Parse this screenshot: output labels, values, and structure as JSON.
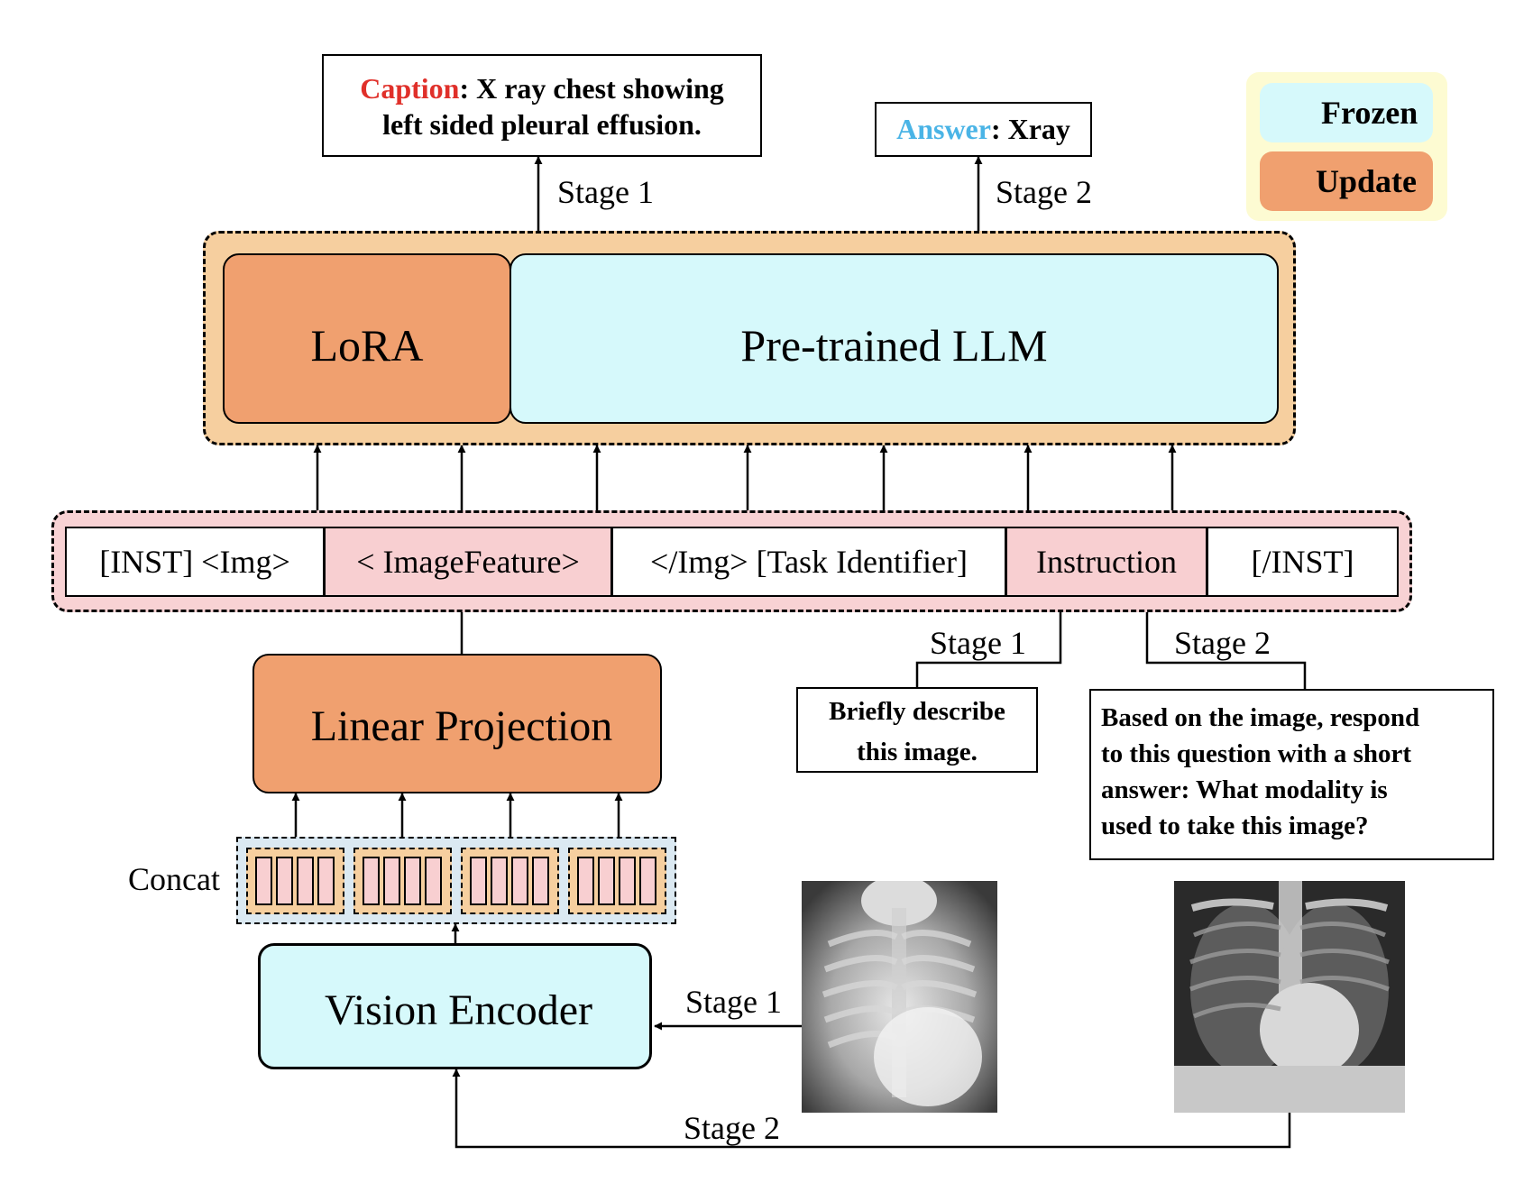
{
  "outputs": {
    "caption_key": "Caption",
    "caption_rest_line1": ": X ray chest showing",
    "caption_line2": "left sided pleural effusion.",
    "answer_key": "Answer",
    "answer_rest": ": Xray",
    "stage1_label": "Stage 1",
    "stage2_label": "Stage 2"
  },
  "legend": {
    "frozen_label": "Frozen",
    "update_label": "Update"
  },
  "model": {
    "lora_label": "LoRA",
    "llm_label": "Pre-trained LLM"
  },
  "tokens": [
    {
      "label": "[INST] <Img>"
    },
    {
      "label": "< ImageFeature>"
    },
    {
      "label": "</Img> [Task Identifier]"
    },
    {
      "label": "Instruction"
    },
    {
      "label": "[/INST]"
    }
  ],
  "projection": {
    "label": "Linear Projection"
  },
  "concat": {
    "label": "Concat"
  },
  "encoder": {
    "label": "Vision Encoder"
  },
  "instructions": {
    "stage1_label": "Stage 1",
    "stage2_label": "Stage 2",
    "stage1_text_line1": "Briefly describe",
    "stage1_text_line2": "this image.",
    "stage2_text_line1": "Based on the image, respond",
    "stage2_text_line2": "to this question with a short",
    "stage2_text_line3": "answer: What modality is",
    "stage2_text_line4": "used to take this image?"
  },
  "images": {
    "stage1_label": "Stage 1",
    "stage2_label": "Stage 2"
  },
  "colors": {
    "caption_key": "#e0302a",
    "answer_key": "#4ab4e6",
    "update_orange": "#f0a06f",
    "frozen_cyan": "#d6f9fb",
    "token_pink": "#f8cfd1",
    "llm_group_bg": "#f6cf9f"
  },
  "icons": {
    "frozen": "snowflake-icon",
    "update": "flame-icon"
  }
}
